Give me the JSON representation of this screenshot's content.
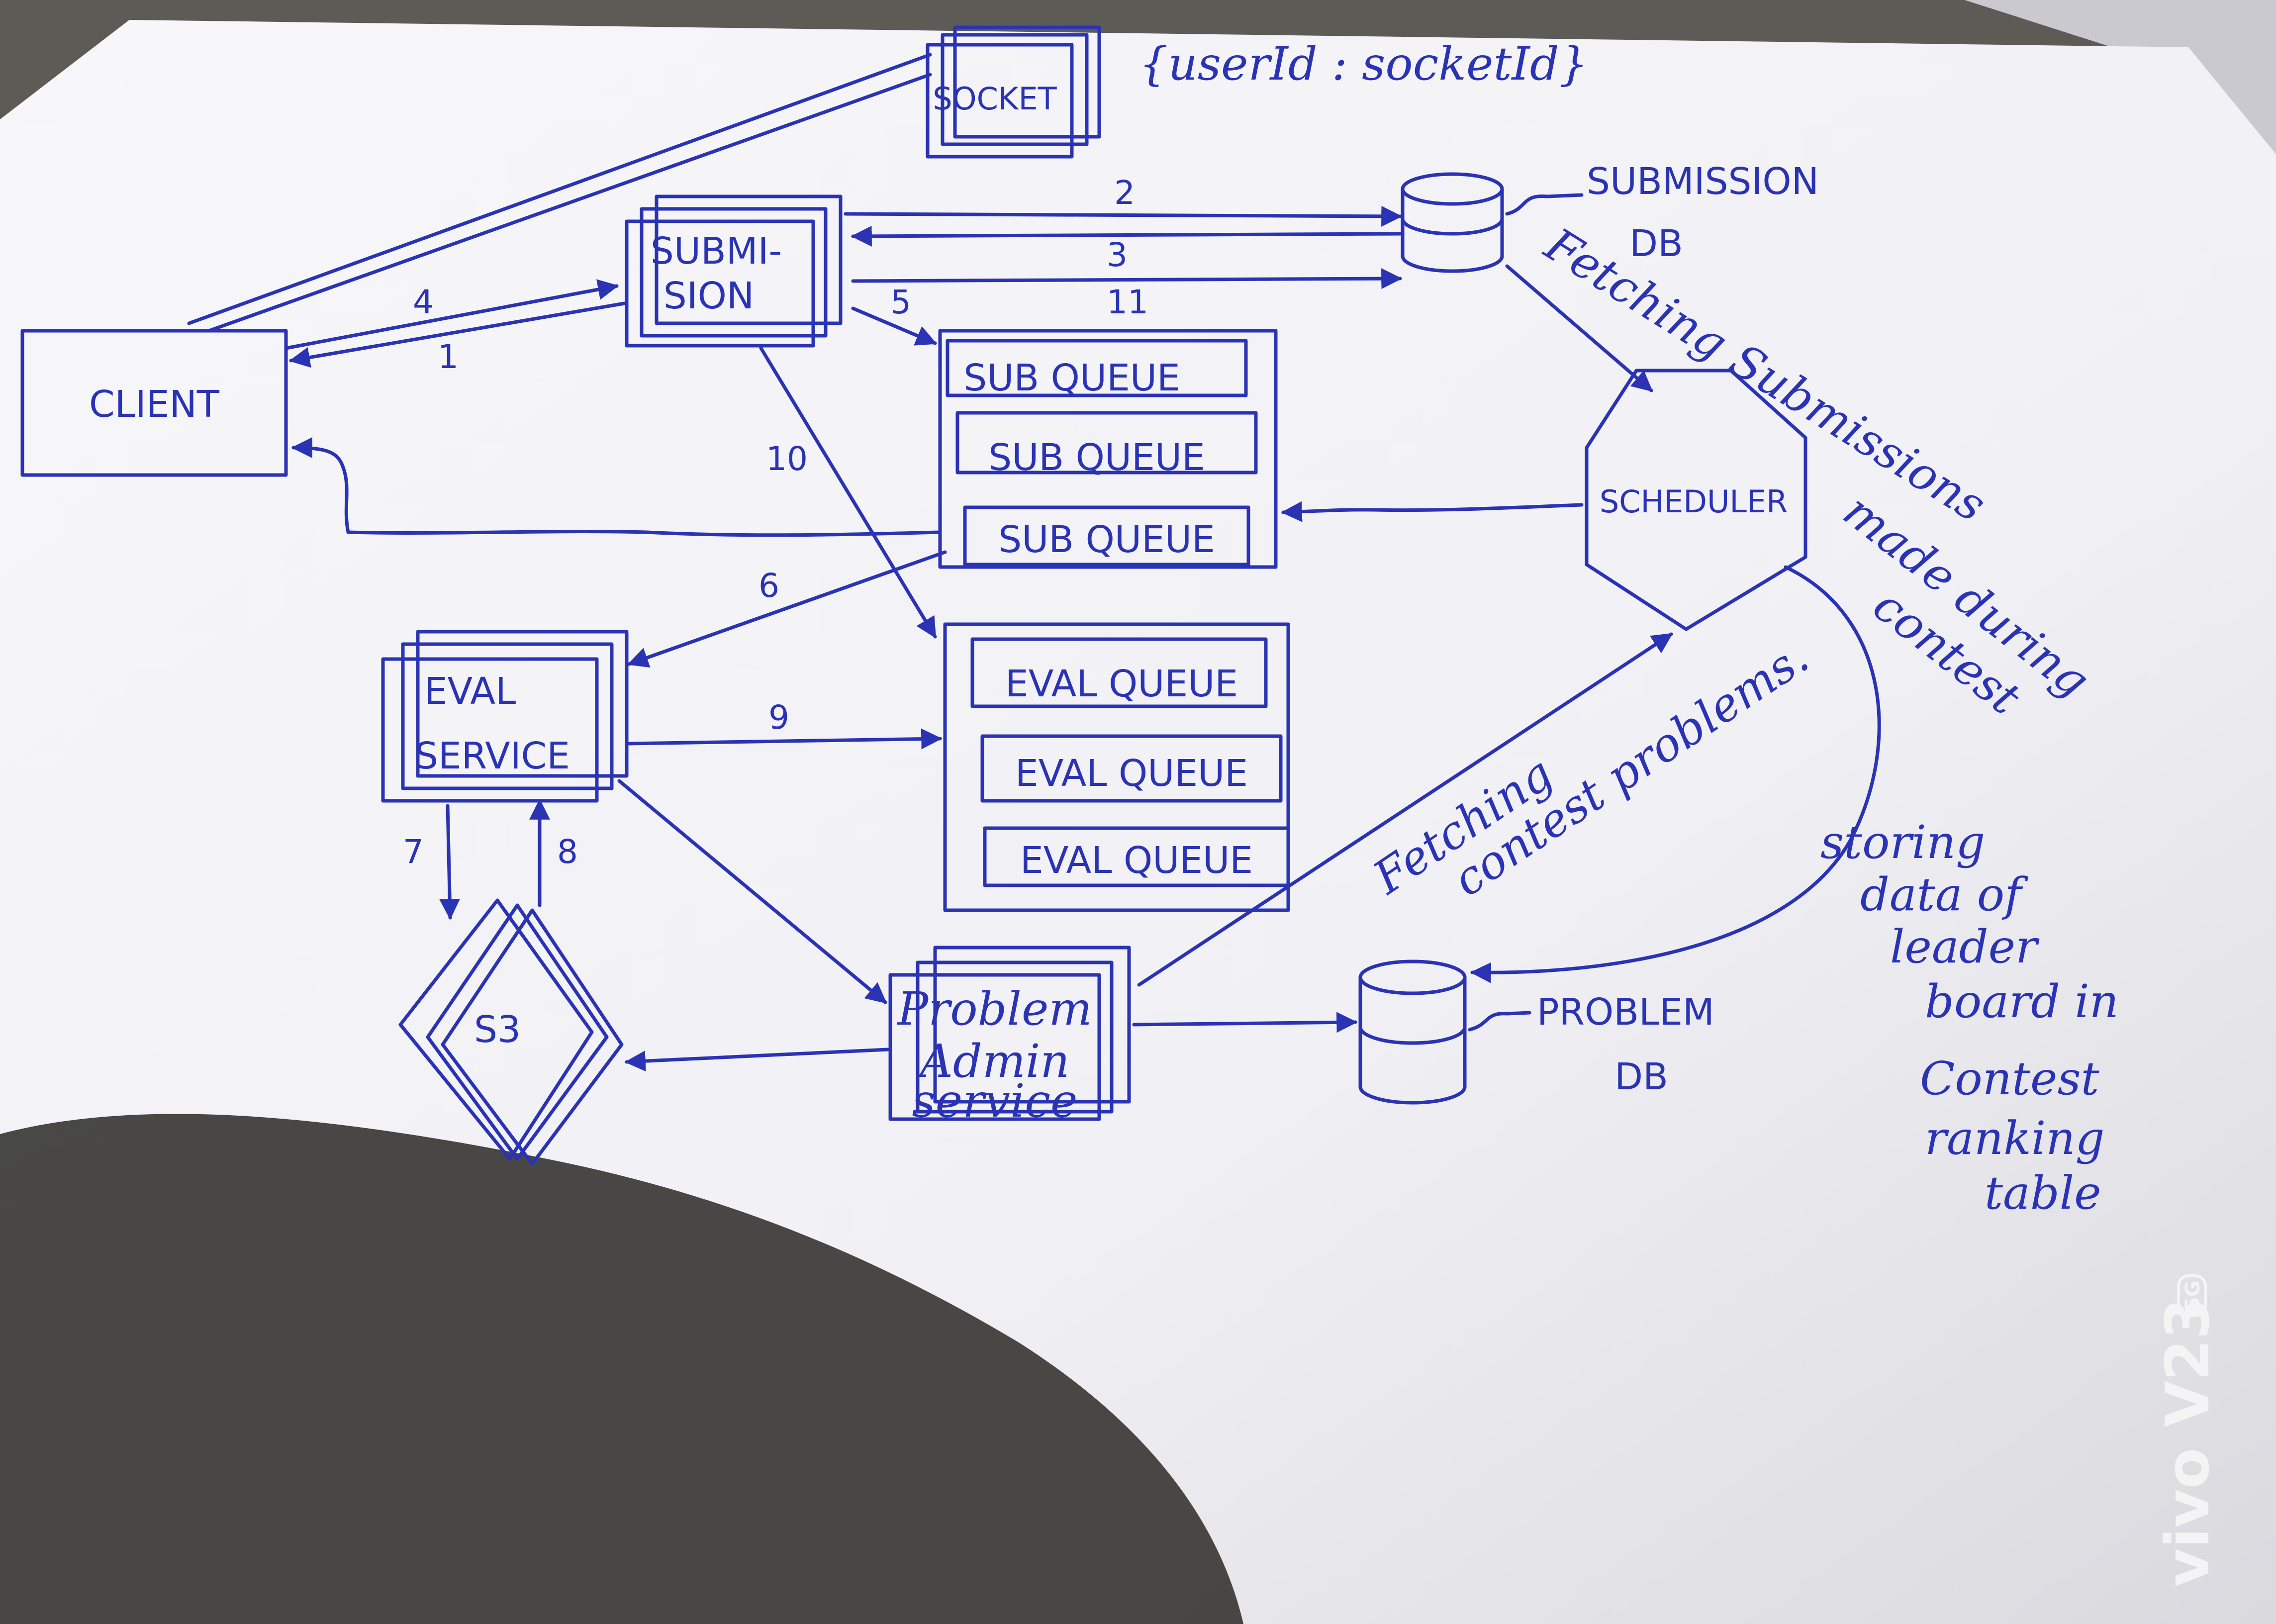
{
  "colors": {
    "ink": "#2b33b5",
    "paper": "#f3f3f6",
    "shadow": "#3a3835",
    "background": "#5d5b56"
  },
  "nodes": {
    "client": "CLIENT",
    "socket": "SOCKET",
    "socket_note": "{userId : socketId}",
    "submission_line1": "SUBMI-",
    "submission_line2": "SION",
    "submission_db_line1": "SUBMISSION",
    "submission_db_line2": "DB",
    "sub_queue_1": "SUB QUEUE",
    "sub_queue_2": "SUB QUEUE",
    "sub_queue_3": "SUB QUEUE",
    "eval_queue_1": "EVAL QUEUE",
    "eval_queue_2": "EVAL QUEUE",
    "eval_queue_3": "EVAL QUEUE",
    "scheduler": "SCHEDULER",
    "eval_service_line1": "EVAL",
    "eval_service_line2": "SERVICE",
    "s3": "S3",
    "problem_admin_line1": "Problem",
    "problem_admin_line2": "Admin",
    "problem_admin_line3": "service",
    "problem_db_line1": "PROBLEM",
    "problem_db_line2": "DB"
  },
  "edges": {
    "e1": "1",
    "e2": "2",
    "e3": "3",
    "e4": "4",
    "e5": "5",
    "e6": "6",
    "e7": "7",
    "e8": "8",
    "e9": "9",
    "e10": "10",
    "e11": "11"
  },
  "annotations": {
    "fetching_submissions_line1": "Fetching Submissions",
    "fetching_submissions_line2": "made during",
    "fetching_submissions_line3": "contest",
    "fetching_problems_line1": "Fetching",
    "fetching_problems_line2": "contest problems.",
    "storing_line1": "storing",
    "storing_line2": "data of",
    "storing_line3": "leader",
    "storing_line4": "board in",
    "storing_line5": "Contest",
    "storing_line6": "ranking",
    "storing_line7": "table"
  },
  "watermark": {
    "brand": "vivo V23",
    "badge": "5G"
  }
}
